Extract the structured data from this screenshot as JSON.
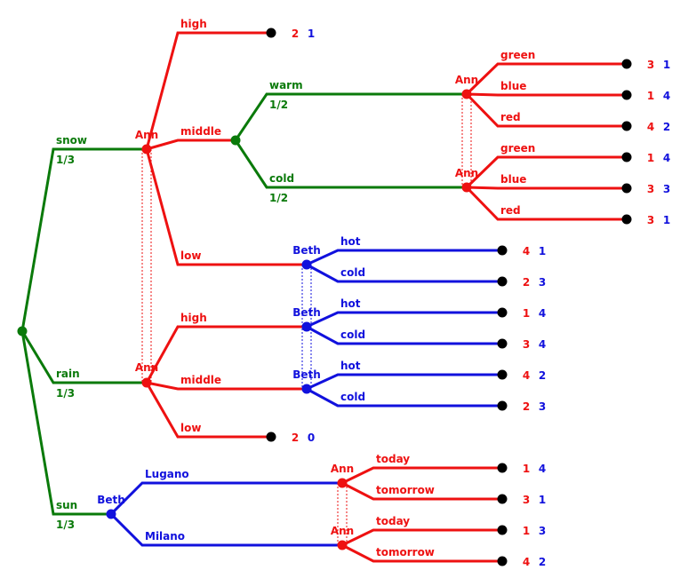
{
  "colors": {
    "chance": "#0a7a0a",
    "ann": "#ee1111",
    "beth": "#1111dd",
    "leaf": "#000000",
    "info_set": "#ee1111"
  },
  "players": {
    "ann": "Ann",
    "beth": "Beth"
  },
  "nodes": {
    "root": {
      "player": "chance"
    },
    "ann_snow": {
      "player": "ann",
      "label": "Ann"
    },
    "ann_rain": {
      "player": "ann",
      "label": "Ann"
    },
    "beth_sun": {
      "player": "beth",
      "label": "Beth"
    },
    "chance_middle": {
      "player": "chance"
    },
    "ann_warm": {
      "player": "ann",
      "label": "Ann"
    },
    "ann_cold": {
      "player": "ann",
      "label": "Ann"
    },
    "beth_low": {
      "player": "beth",
      "label": "Beth"
    },
    "beth_rhigh": {
      "player": "beth",
      "label": "Beth"
    },
    "beth_rmid": {
      "player": "beth",
      "label": "Beth"
    },
    "ann_lugano": {
      "player": "ann",
      "label": "Ann"
    },
    "ann_milano": {
      "player": "ann",
      "label": "Ann"
    }
  },
  "edges": [
    {
      "id": "e-snow",
      "from": "root",
      "to": "ann_snow",
      "label": "snow",
      "prob": "1/3",
      "mover": "chance"
    },
    {
      "id": "e-rain",
      "from": "root",
      "to": "ann_rain",
      "label": "rain",
      "prob": "1/3",
      "mover": "chance"
    },
    {
      "id": "e-sun",
      "from": "root",
      "to": "beth_sun",
      "label": "sun",
      "prob": "1/3",
      "mover": "chance"
    },
    {
      "id": "e-snow-high",
      "from": "ann_snow",
      "to": "leaf_snow_high",
      "label": "high",
      "mover": "ann"
    },
    {
      "id": "e-snow-middle",
      "from": "ann_snow",
      "to": "chance_middle",
      "label": "middle",
      "mover": "ann"
    },
    {
      "id": "e-snow-low",
      "from": "ann_snow",
      "to": "beth_low",
      "label": "low",
      "mover": "ann"
    },
    {
      "id": "e-warm",
      "from": "chance_middle",
      "to": "ann_warm",
      "label": "warm",
      "prob": "1/2",
      "mover": "chance"
    },
    {
      "id": "e-cold",
      "from": "chance_middle",
      "to": "ann_cold",
      "label": "cold",
      "prob": "1/2",
      "mover": "chance"
    },
    {
      "id": "e-warm-green",
      "from": "ann_warm",
      "to": "leaf_warm_green",
      "label": "green",
      "mover": "ann"
    },
    {
      "id": "e-warm-blue",
      "from": "ann_warm",
      "to": "leaf_warm_blue",
      "label": "blue",
      "mover": "ann"
    },
    {
      "id": "e-warm-red",
      "from": "ann_warm",
      "to": "leaf_warm_red",
      "label": "red",
      "mover": "ann"
    },
    {
      "id": "e-cold-green",
      "from": "ann_cold",
      "to": "leaf_cold_green",
      "label": "green",
      "mover": "ann"
    },
    {
      "id": "e-cold-blue",
      "from": "ann_cold",
      "to": "leaf_cold_blue",
      "label": "blue",
      "mover": "ann"
    },
    {
      "id": "e-cold-red",
      "from": "ann_cold",
      "to": "leaf_cold_red",
      "label": "red",
      "mover": "ann"
    },
    {
      "id": "e-low-hot",
      "from": "beth_low",
      "to": "leaf_low_hot",
      "label": "hot",
      "mover": "beth"
    },
    {
      "id": "e-low-cold",
      "from": "beth_low",
      "to": "leaf_low_cold",
      "label": "cold",
      "mover": "beth"
    },
    {
      "id": "e-rain-high",
      "from": "ann_rain",
      "to": "beth_rhigh",
      "label": "high",
      "mover": "ann"
    },
    {
      "id": "e-rain-middle",
      "from": "ann_rain",
      "to": "beth_rmid",
      "label": "middle",
      "mover": "ann"
    },
    {
      "id": "e-rain-low",
      "from": "ann_rain",
      "to": "leaf_rain_low",
      "label": "low",
      "mover": "ann"
    },
    {
      "id": "e-rhigh-hot",
      "from": "beth_rhigh",
      "to": "leaf_rhigh_hot",
      "label": "hot",
      "mover": "beth"
    },
    {
      "id": "e-rhigh-cold",
      "from": "beth_rhigh",
      "to": "leaf_rhigh_cold",
      "label": "cold",
      "mover": "beth"
    },
    {
      "id": "e-rmid-hot",
      "from": "beth_rmid",
      "to": "leaf_rmid_hot",
      "label": "hot",
      "mover": "beth"
    },
    {
      "id": "e-rmid-cold",
      "from": "beth_rmid",
      "to": "leaf_rmid_cold",
      "label": "cold",
      "mover": "beth"
    },
    {
      "id": "e-lugano",
      "from": "beth_sun",
      "to": "ann_lugano",
      "label": "Lugano",
      "mover": "beth"
    },
    {
      "id": "e-milano",
      "from": "beth_sun",
      "to": "ann_milano",
      "label": "Milano",
      "mover": "beth"
    },
    {
      "id": "e-lugano-today",
      "from": "ann_lugano",
      "to": "leaf_lugano_today",
      "label": "today",
      "mover": "ann"
    },
    {
      "id": "e-lugano-tomorrow",
      "from": "ann_lugano",
      "to": "leaf_lugano_tomorrow",
      "label": "tomorrow",
      "mover": "ann"
    },
    {
      "id": "e-milano-today",
      "from": "ann_milano",
      "to": "leaf_milano_today",
      "label": "today",
      "mover": "ann"
    },
    {
      "id": "e-milano-tomorrow",
      "from": "ann_milano",
      "to": "leaf_milano_tomorrow",
      "label": "tomorrow",
      "mover": "ann"
    }
  ],
  "leaves": [
    {
      "id": "leaf_snow_high",
      "ann": "2",
      "beth": "1"
    },
    {
      "id": "leaf_warm_green",
      "ann": "3",
      "beth": "1"
    },
    {
      "id": "leaf_warm_blue",
      "ann": "1",
      "beth": "4"
    },
    {
      "id": "leaf_warm_red",
      "ann": "4",
      "beth": "2"
    },
    {
      "id": "leaf_cold_green",
      "ann": "1",
      "beth": "4"
    },
    {
      "id": "leaf_cold_blue",
      "ann": "3",
      "beth": "3"
    },
    {
      "id": "leaf_cold_red",
      "ann": "3",
      "beth": "1"
    },
    {
      "id": "leaf_low_hot",
      "ann": "4",
      "beth": "1"
    },
    {
      "id": "leaf_low_cold",
      "ann": "2",
      "beth": "3"
    },
    {
      "id": "leaf_rhigh_hot",
      "ann": "1",
      "beth": "4"
    },
    {
      "id": "leaf_rhigh_cold",
      "ann": "3",
      "beth": "4"
    },
    {
      "id": "leaf_rmid_hot",
      "ann": "4",
      "beth": "2"
    },
    {
      "id": "leaf_rmid_cold",
      "ann": "2",
      "beth": "3"
    },
    {
      "id": "leaf_rain_low",
      "ann": "2",
      "beth": "0"
    },
    {
      "id": "leaf_lugano_today",
      "ann": "1",
      "beth": "4"
    },
    {
      "id": "leaf_lugano_tomorrow",
      "ann": "3",
      "beth": "1"
    },
    {
      "id": "leaf_milano_today",
      "ann": "1",
      "beth": "3"
    },
    {
      "id": "leaf_milano_tomorrow",
      "ann": "4",
      "beth": "2"
    }
  ],
  "information_sets": [
    {
      "id": "is-ann-snow-rain",
      "nodes": [
        "ann_snow",
        "ann_rain"
      ],
      "player": "ann"
    },
    {
      "id": "is-ann-warm-cold",
      "nodes": [
        "ann_warm",
        "ann_cold"
      ],
      "player": "ann"
    },
    {
      "id": "is-beth-low-rhigh-rmid",
      "nodes": [
        "beth_low",
        "beth_rhigh",
        "beth_rmid"
      ],
      "player": "beth"
    },
    {
      "id": "is-ann-lugano-milano",
      "nodes": [
        "ann_lugano",
        "ann_milano"
      ],
      "player": "ann"
    }
  ]
}
